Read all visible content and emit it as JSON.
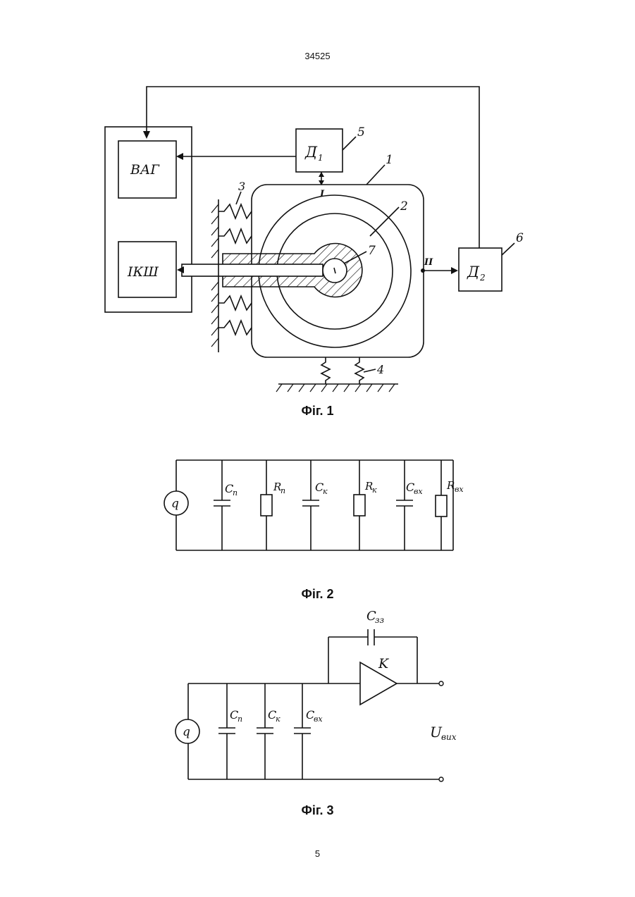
{
  "header": {
    "doc_number": "34525"
  },
  "footer": {
    "page_number": "5"
  },
  "fig1": {
    "caption": "Фіг. 1",
    "blocks": {
      "vag": "ВАГ",
      "iksh": "ІКШ",
      "d1": "Д",
      "d1_sub": "1",
      "d2": "Д",
      "d2_sub": "2"
    },
    "labels": {
      "n1": "1",
      "n2": "2",
      "n3": "3",
      "n4": "4",
      "n5": "5",
      "n6": "6",
      "n7": "7",
      "p1": "I",
      "p2": "II"
    }
  },
  "fig2": {
    "caption": "Фіг. 2",
    "source": "q",
    "elements": [
      {
        "sym": "C",
        "sub": "п"
      },
      {
        "sym": "R",
        "sub": "п"
      },
      {
        "sym": "C",
        "sub": "к"
      },
      {
        "sym": "R",
        "sub": "к"
      },
      {
        "sym": "C",
        "sub": "вх"
      },
      {
        "sym": "R",
        "sub": "вх"
      }
    ]
  },
  "fig3": {
    "caption": "Фіг. 3",
    "source": "q",
    "gain": "K",
    "feedback": {
      "sym": "C",
      "sub": "зз"
    },
    "caps": [
      {
        "sym": "C",
        "sub": "п"
      },
      {
        "sym": "C",
        "sub": "к"
      },
      {
        "sym": "C",
        "sub": "вх"
      }
    ],
    "output": {
      "sym": "U",
      "sub": "вих"
    }
  }
}
